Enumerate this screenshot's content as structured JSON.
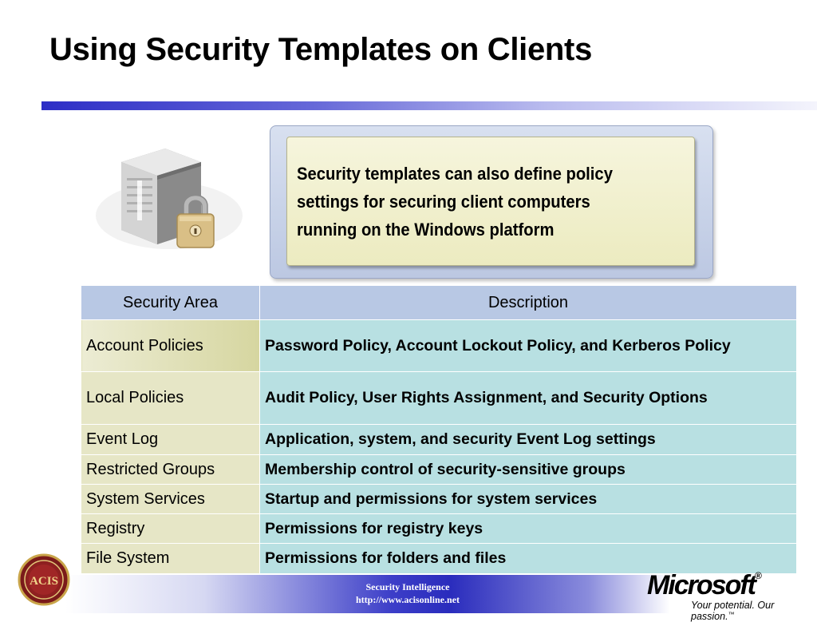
{
  "slide": {
    "title": "Using Security Templates on Clients",
    "callout": "Security templates can also define policy settings for securing client computers running on the Windows platform"
  },
  "table": {
    "headers": [
      "Security Area",
      "Description"
    ],
    "rows": [
      {
        "area": "Account Policies",
        "description": "Password Policy, Account Lockout Policy, and Kerberos Policy"
      },
      {
        "area": "Local Policies",
        "description": "Audit Policy, User Rights Assignment, and Security Options"
      },
      {
        "area": "Event Log",
        "description": "Application, system, and security Event Log settings"
      },
      {
        "area": "Restricted Groups",
        "description": "Membership control of security-sensitive groups"
      },
      {
        "area": "System Services",
        "description": "Startup and permissions for system services"
      },
      {
        "area": "Registry",
        "description": "Permissions for registry keys"
      },
      {
        "area": "File System",
        "description": "Permissions for folders and files"
      }
    ]
  },
  "footer": {
    "line1": "Security Intelligence",
    "line2": "http://www.acisonline.net",
    "brand": "Microsoft",
    "trademark": "®",
    "tagline": "Your potential. Our passion.",
    "tagline_tm": "™",
    "logo_text": "ACIS"
  },
  "icons": {
    "server": "server-icon",
    "lock": "padlock-icon",
    "acis_seal": "acis-seal-logo"
  },
  "colors": {
    "title_rule": "#2d2ec6",
    "table_header": "#b8c8e4",
    "area_cell": "#e6e6c6",
    "desc_cell": "#b8e0e2",
    "callout_fill": "#f6f5dd"
  }
}
